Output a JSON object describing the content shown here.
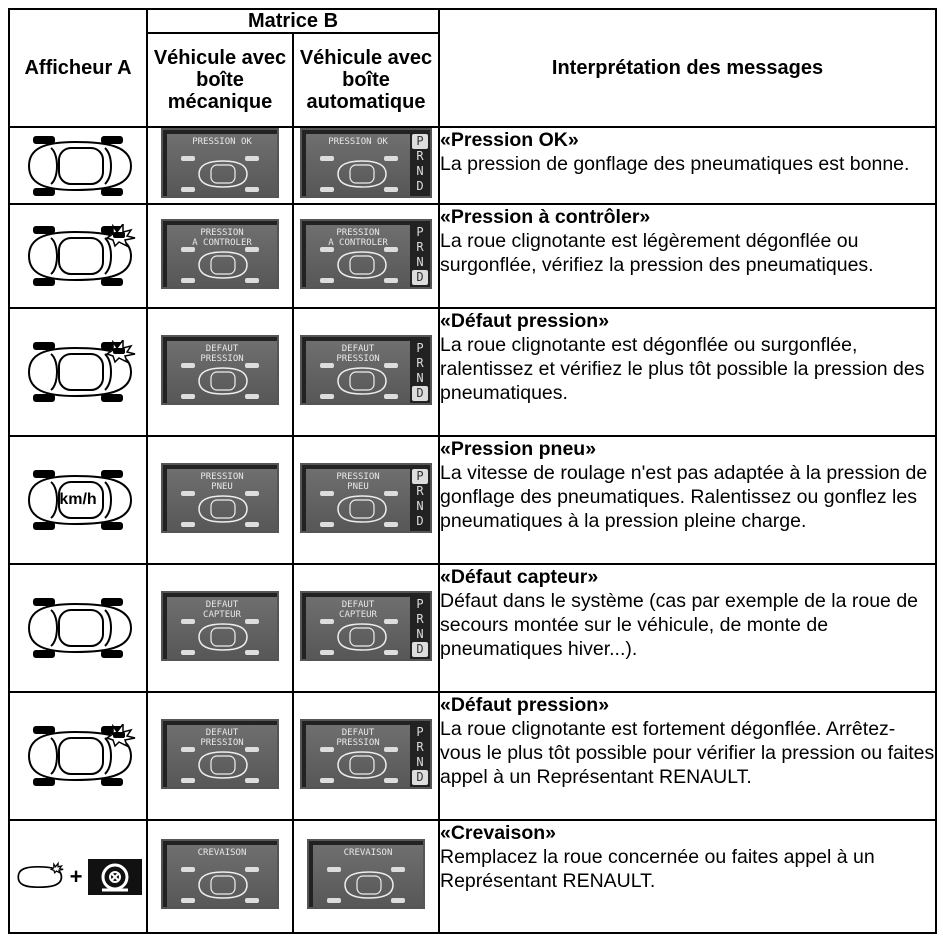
{
  "headers": {
    "afficheur_a": "Afficheur A",
    "matrice_b": "Matrice B",
    "mecanique": "Véhicule avec boîte mécanique",
    "automatique": "Véhicule avec boîte automatique",
    "interpretation": "Interprétation des messages"
  },
  "gear_letters": [
    "P",
    "R",
    "N",
    "D"
  ],
  "rows": [
    {
      "title": "«Pression OK»",
      "text": "La pression de gonflage des pneumatiques est bonne.",
      "screen_mec": "PRESSION OK",
      "screen_auto": "PRESSION OK",
      "gear_highlight": "P"
    },
    {
      "title": "«Pression à contrôler»",
      "text": "La roue clignotante est légèrement dégonflée ou surgonflée, vérifiez la pression des pneumatiques.",
      "screen_mec": "PRESSION\nA CONTROLER",
      "screen_auto": "PRESSION\nA CONTROLER",
      "gear_highlight": "D"
    },
    {
      "title": "«Défaut pression»",
      "text": "La roue clignotante est dégonflée ou surgonflée, ralentissez et vérifiez le plus tôt possible la pression des pneumatiques.",
      "screen_mec": "DEFAUT\nPRESSION",
      "screen_auto": "DEFAUT\nPRESSION",
      "gear_highlight": "D"
    },
    {
      "title": "«Pression pneu»",
      "text": "La vitesse de roulage n'est pas adaptée à la pression de gonflage des pneumatiques. Ralentissez ou gonflez les pneumatiques à la pression pleine charge.",
      "screen_mec": "PRESSION\nPNEU",
      "screen_auto": "PRESSION\nPNEU",
      "gear_highlight": "P",
      "car_label": "km/h"
    },
    {
      "title": "«Défaut capteur»",
      "text": "Défaut dans le système (cas par exemple de la roue de secours montée sur le véhicule, de monte de pneumatiques hiver...).",
      "screen_mec": "DEFAUT\nCAPTEUR",
      "screen_auto": "DEFAUT\nCAPTEUR",
      "gear_highlight": "D"
    },
    {
      "title": "«Défaut pression»",
      "text": "La roue clignotante est fortement dégonflée. Arrêtez-vous le plus tôt possible pour vérifier la pression ou faites appel à un Représentant RENAULT.",
      "screen_mec": "DEFAUT\nPRESSION",
      "screen_auto": "DEFAUT\nPRESSION",
      "gear_highlight": "D"
    },
    {
      "title": "«Crevaison»",
      "text": "Remplacez la roue concernée ou faites appel à un Représentant RENAULT.",
      "screen_mec": "CREVAISON",
      "screen_auto": "CREVAISON",
      "gear_highlight": ""
    }
  ],
  "colors": {
    "border": "#000000",
    "screen": "#5f5f5f"
  }
}
